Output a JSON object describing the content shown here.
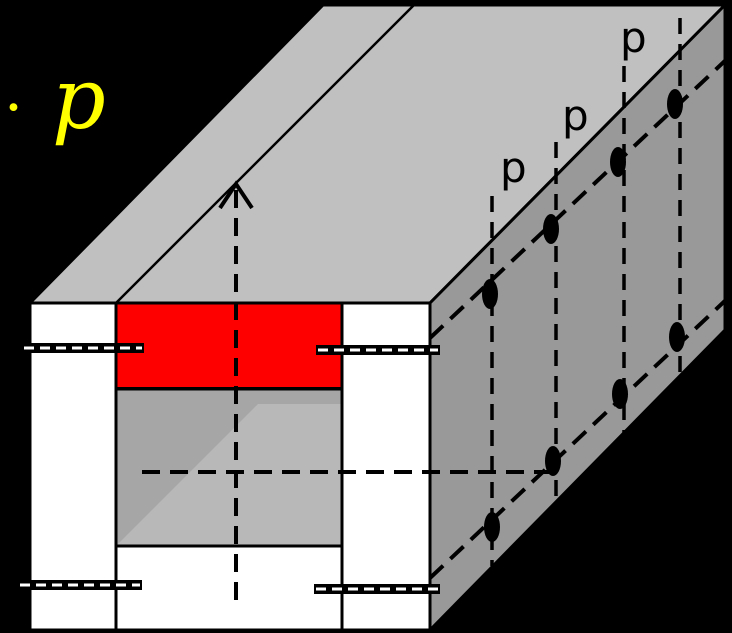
{
  "labels": {
    "cell_dot": "·",
    "cell_symbol": "p",
    "lattice_p": [
      "p",
      "p",
      "p"
    ]
  },
  "colors": {
    "background": "#000000",
    "top_face": "#c0c0c0",
    "side_face": "#999999",
    "inner_wall": "#a6a6a6",
    "red_block": "#ff0000",
    "white_panel": "#ffffff",
    "accent_text": "#ffff00"
  }
}
